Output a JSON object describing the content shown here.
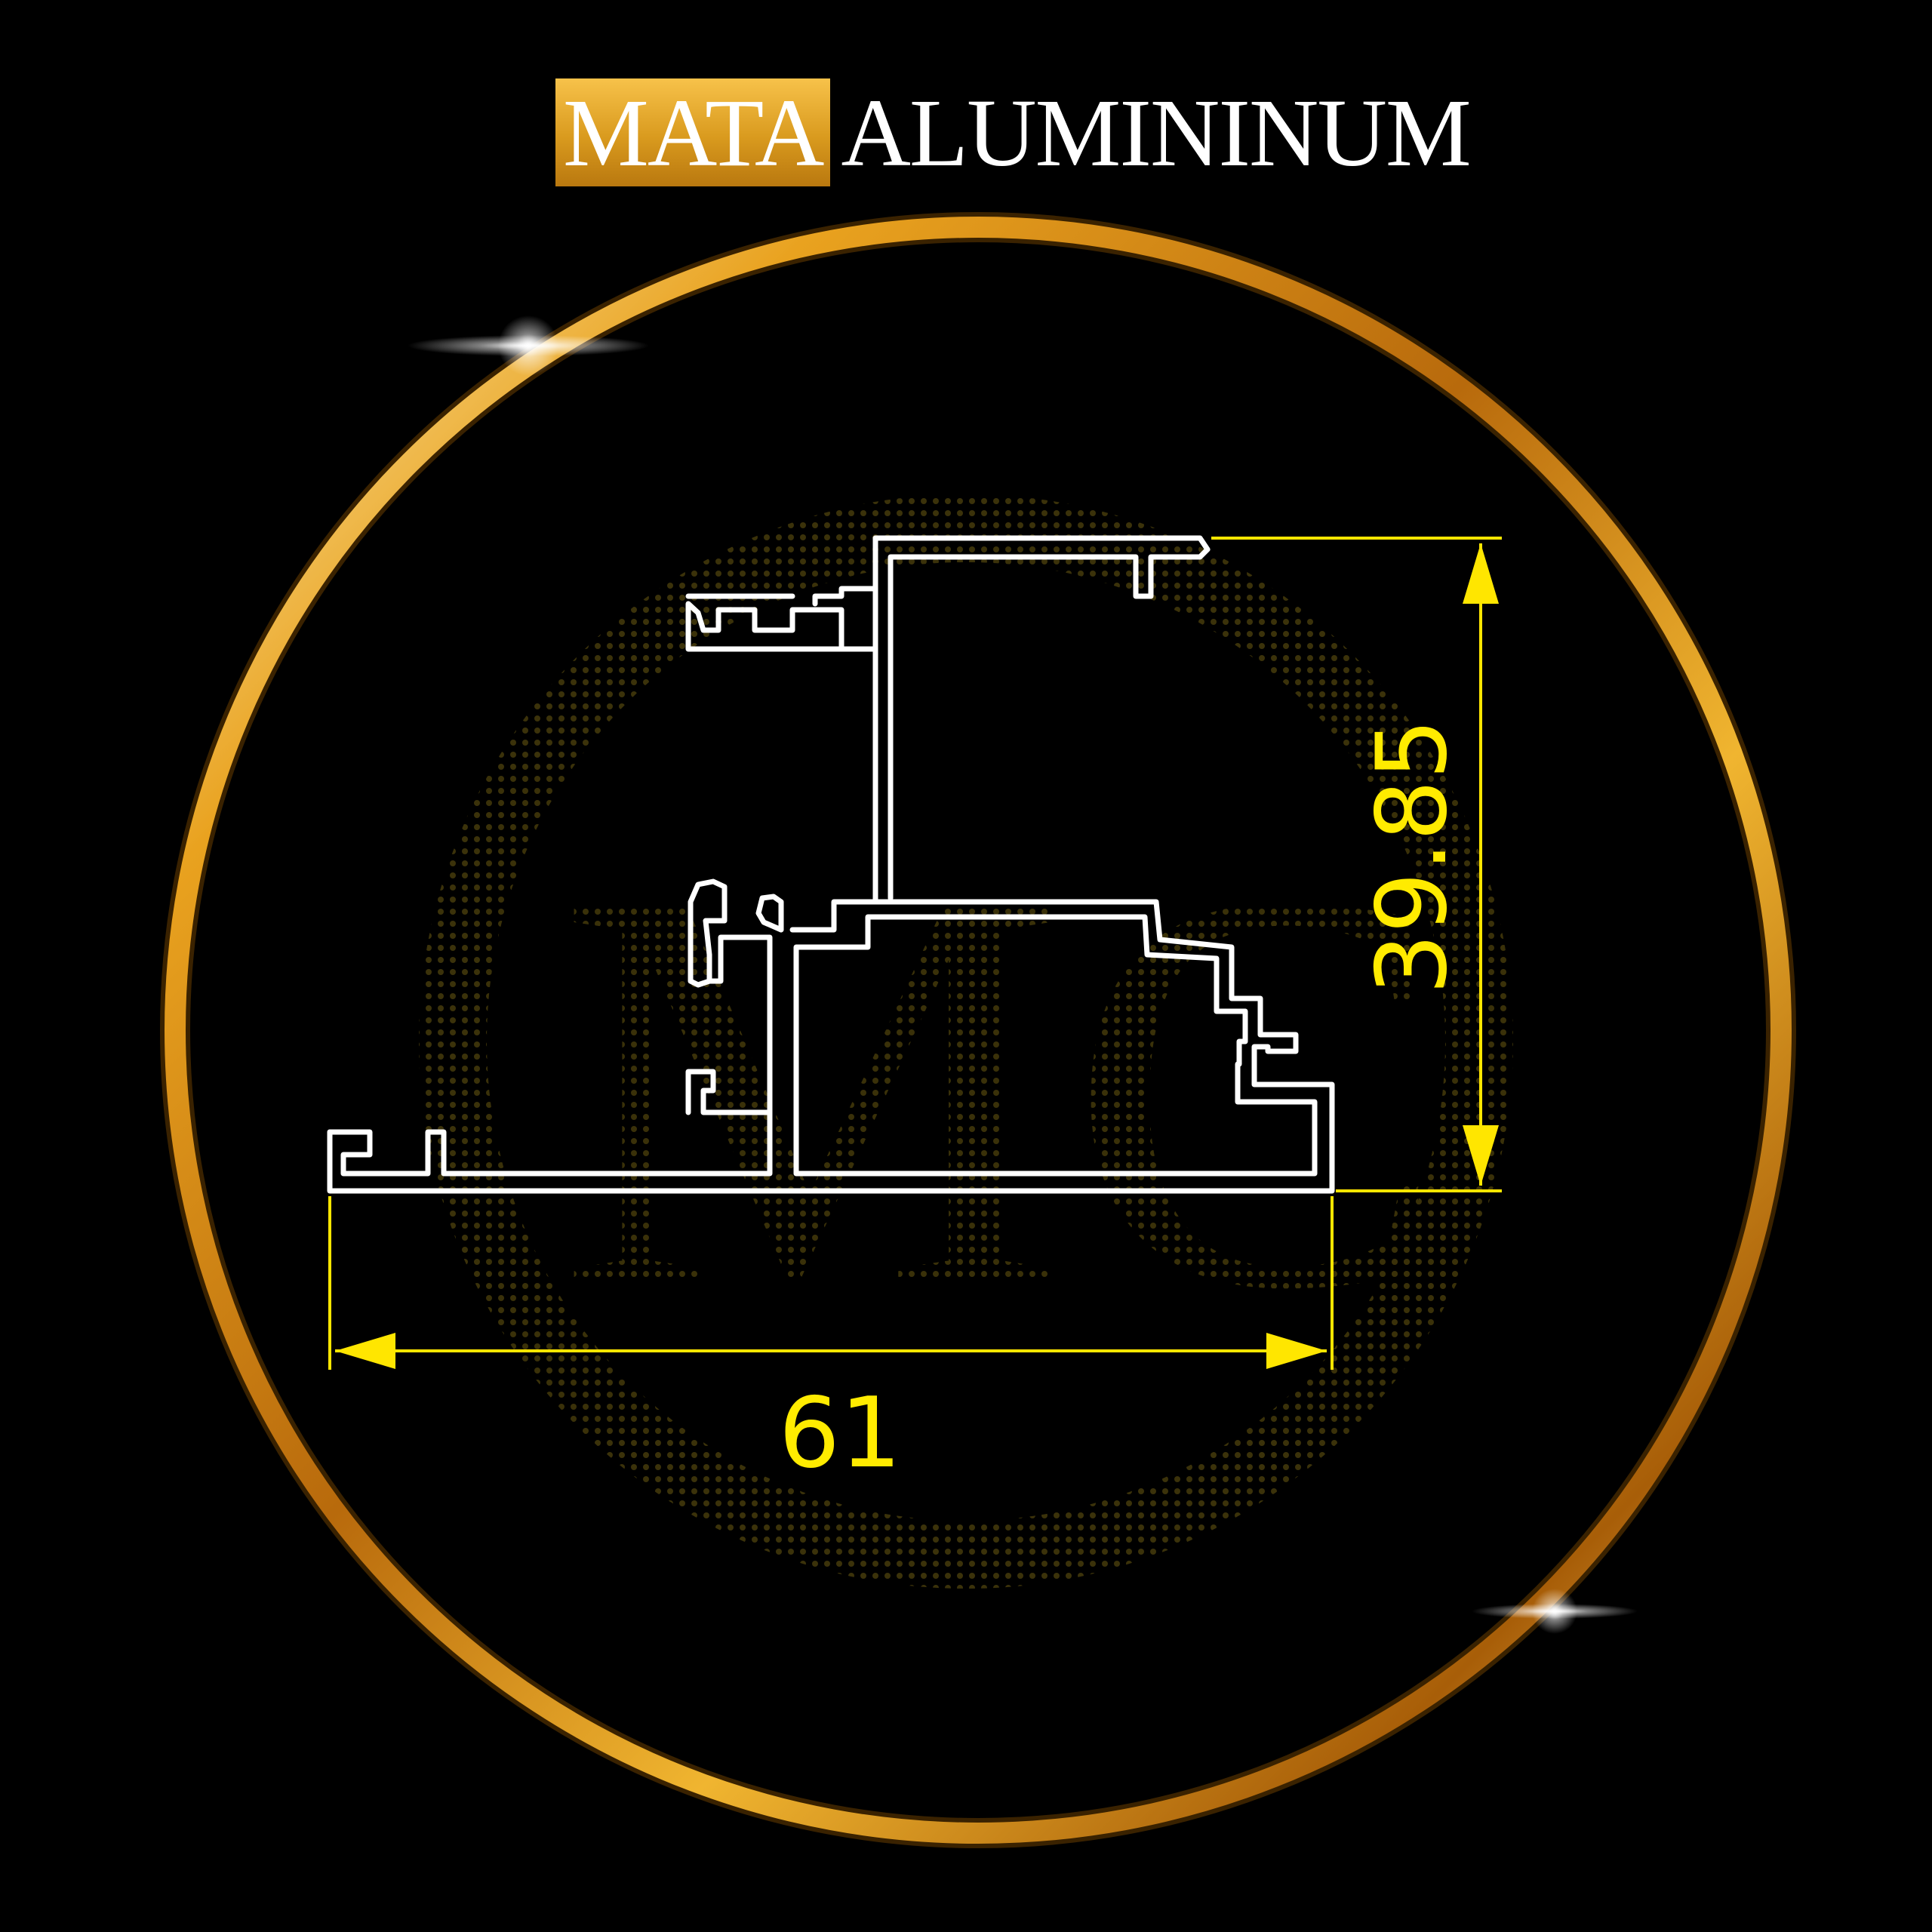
{
  "brand": {
    "highlight": "MATA",
    "rest": "ALUMININUM"
  },
  "watermark": {
    "letters": "MC"
  },
  "dimensions": {
    "width_label": "61",
    "height_label": "39.85"
  },
  "colors": {
    "background": "#000000",
    "ring_gold": "#e0a020",
    "brand_box": "#e0a22a",
    "profile_outline": "#ffffff",
    "dimension_lines": "#ffe600"
  }
}
